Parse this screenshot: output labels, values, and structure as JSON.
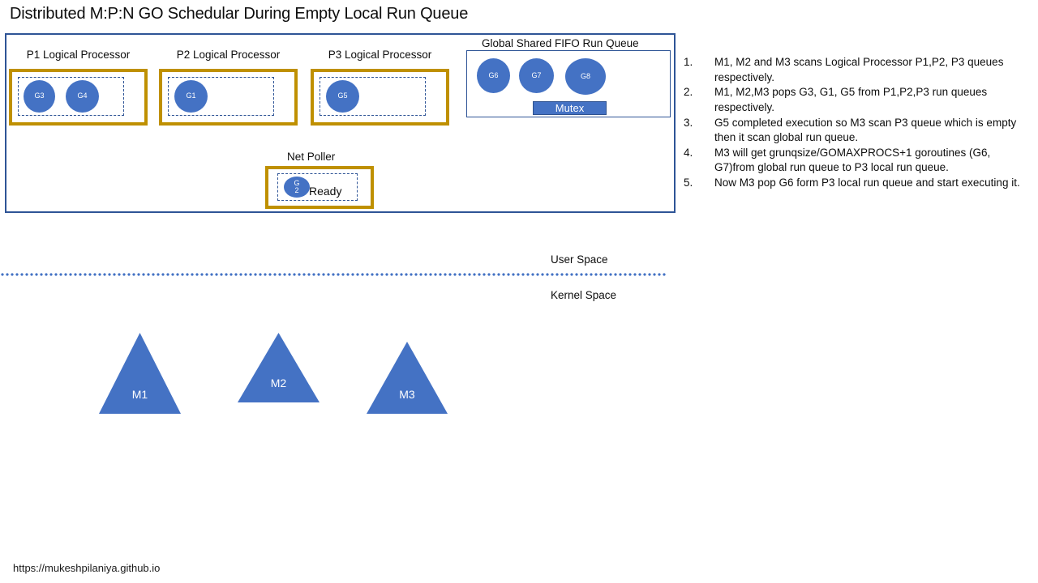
{
  "title": "Distributed M:P:N GO Schedular During Empty Local Run Queue",
  "colors": {
    "container_border": "#2E5496",
    "proc_border": "#BF9000",
    "goroutine_fill": "#4472C4",
    "mutex_fill": "#4472C4",
    "mutex_border": "#2F528F",
    "dashed_queue": "#2E5496",
    "divider": "#4472C4",
    "text": "#0D0D0D"
  },
  "processors": [
    {
      "label": "P1 Logical Processor",
      "goroutines": [
        "G3",
        "G4"
      ]
    },
    {
      "label": "P2 Logical Processor",
      "goroutines": [
        "G1"
      ]
    },
    {
      "label": "P3 Logical Processor",
      "goroutines": [
        "G5"
      ]
    }
  ],
  "global_queue": {
    "label": "Global Shared FIFO Run Queue",
    "goroutines": [
      "G6",
      "G7",
      "G8"
    ],
    "mutex_label": "Mutex"
  },
  "net_poller": {
    "label": "Net Poller",
    "goroutine_line1": "G",
    "goroutine_line2": "2",
    "status": "Ready"
  },
  "notes": [
    {
      "num": "1.",
      "text": "M1, M2 and M3 scans Logical Processor P1,P2, P3 queues respectively."
    },
    {
      "num": "2.",
      "text": "M1, M2,M3 pops G3, G1, G5  from P1,P2,P3 run queues respectively."
    },
    {
      "num": "3.",
      "text": "G5 completed execution so M3 scan P3 queue which is empty then it scan global run queue."
    },
    {
      "num": "4.",
      "text": "M3 will get grunqsize/GOMAXPROCS+1 goroutines (G6, G7)from global run queue to P3 local run queue."
    },
    {
      "num": "5.",
      "text": "Now M3 pop G6 form P3 local run queue and start executing it."
    }
  ],
  "spaces": {
    "user": "User Space",
    "kernel": "Kernel Space"
  },
  "machines": [
    {
      "label": "M1"
    },
    {
      "label": "M2"
    },
    {
      "label": "M3"
    }
  ],
  "footer": {
    "url": "https://mukeshpilaniya.github.io"
  }
}
